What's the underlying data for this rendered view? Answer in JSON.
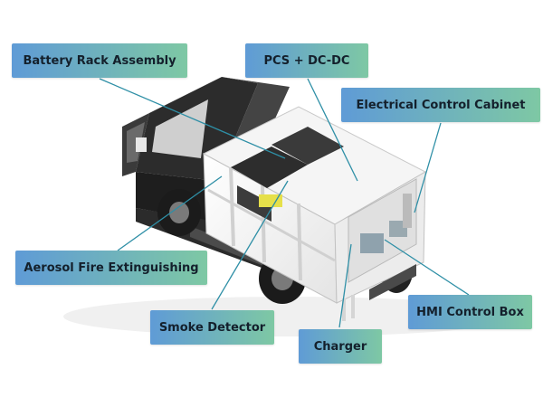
{
  "colors": {
    "label_start": "#5f9bd6",
    "label_end": "#7ec8a4",
    "callout_line": "#2e8fa6",
    "truck_cab": "#3b3b3b",
    "truck_body": "#f2f2f2",
    "truck_frame": "#d4d4d4",
    "accent_yellow": "#e6e04a"
  },
  "labels": {
    "battery": "Battery Rack Assembly",
    "pcs": "PCS + DC-DC",
    "cabinet": "Electrical Control Cabinet",
    "aerosol": "Aerosol Fire Extinguishing",
    "smoke": "Smoke Detector",
    "charger": "Charger",
    "hmi": "HMI Control Box"
  }
}
